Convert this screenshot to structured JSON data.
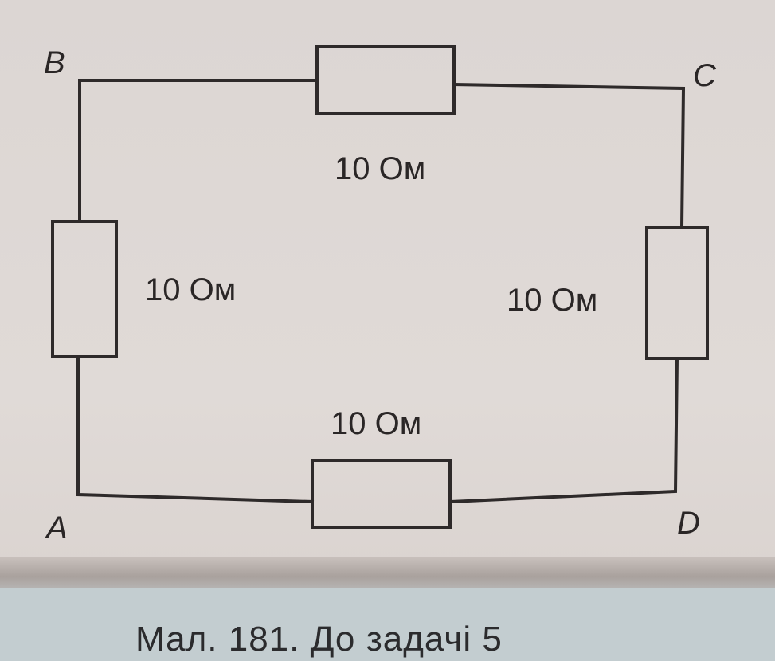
{
  "nodes": {
    "a": "A",
    "b": "B",
    "c": "C",
    "d": "D"
  },
  "resistors": {
    "top": "10 Ом",
    "left": "10 Ом",
    "right": "10 Ом",
    "bottom": "10 Ом"
  },
  "caption": "Мал. 181. До задачі 5",
  "colors": {
    "line": "#2e2a2a",
    "paper": "#ddd7d4",
    "caption_strip": "#c3cdd0"
  }
}
